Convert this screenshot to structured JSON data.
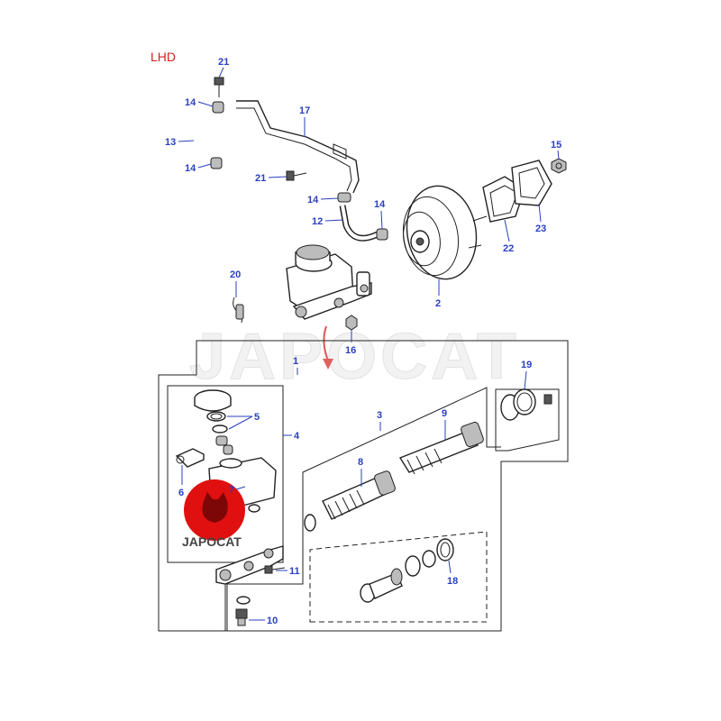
{
  "header": {
    "region_label": "LHD"
  },
  "colors": {
    "label": "#2a3fbf",
    "region": "#d62020",
    "arrow": "#e06060",
    "logo": "#e01010"
  },
  "callouts": {
    "c21a": "21",
    "c14a": "14",
    "c17": "17",
    "c13": "13",
    "c14b": "14",
    "c21b": "21",
    "c14c": "14",
    "c14d": "14",
    "c12": "12",
    "c15": "15",
    "c22": "22",
    "c23": "23",
    "c20": "20",
    "c2": "2",
    "c16": "16",
    "c1": "1",
    "c19": "19",
    "c3": "3",
    "c5": "5",
    "c4": "4",
    "c9": "9",
    "c8": "8",
    "c6": "6",
    "c7": "7",
    "c11": "11",
    "c18": "18",
    "c10": "10"
  },
  "watermark": {
    "text": "JAPOCAT"
  },
  "logo": {
    "text": "JAPOCAT",
    "icon": "cat-icon"
  }
}
